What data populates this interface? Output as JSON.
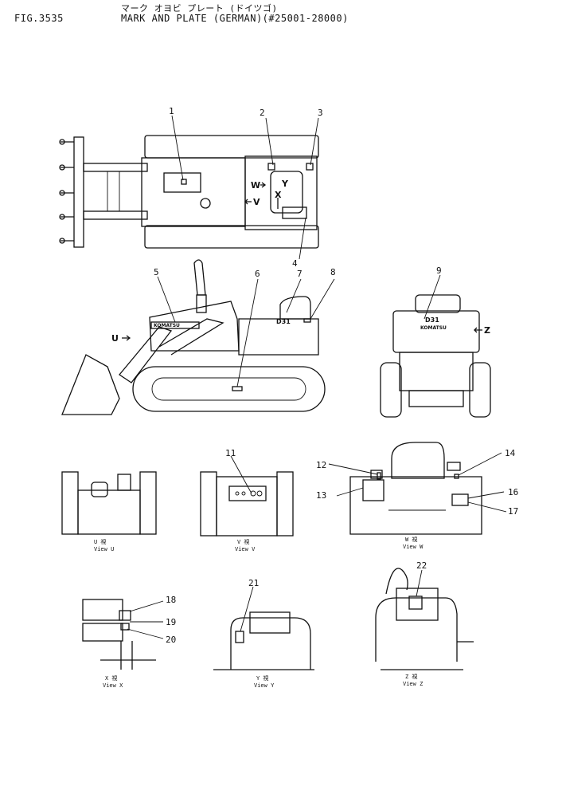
{
  "header": {
    "fig": "FIG.3535",
    "title_jp": "マーク オヨビ プレート (ドイツゴ)",
    "title_en": "MARK AND PLATE (GERMAN)(#25001-28000)"
  },
  "callouts": [
    "1",
    "2",
    "3",
    "4",
    "5",
    "6",
    "7",
    "8",
    "9",
    "11",
    "12",
    "13",
    "14",
    "16",
    "17",
    "18",
    "19",
    "20",
    "21",
    "22"
  ],
  "arrows": {
    "w": "W",
    "v": "V",
    "y": "Y",
    "x": "X",
    "u": "U",
    "z": "Z"
  },
  "plates": {
    "model": "D31",
    "brand": "KOMATSU"
  },
  "views": {
    "u": {
      "jp": "U 視",
      "en": "View U"
    },
    "v": {
      "jp": "V 視",
      "en": "View V"
    },
    "w": {
      "jp": "W 視",
      "en": "View W"
    },
    "x": {
      "jp": "X 視",
      "en": "View X"
    },
    "y": {
      "jp": "Y 視",
      "en": "View Y"
    },
    "z": {
      "jp": "Z 視",
      "en": "View Z"
    }
  }
}
